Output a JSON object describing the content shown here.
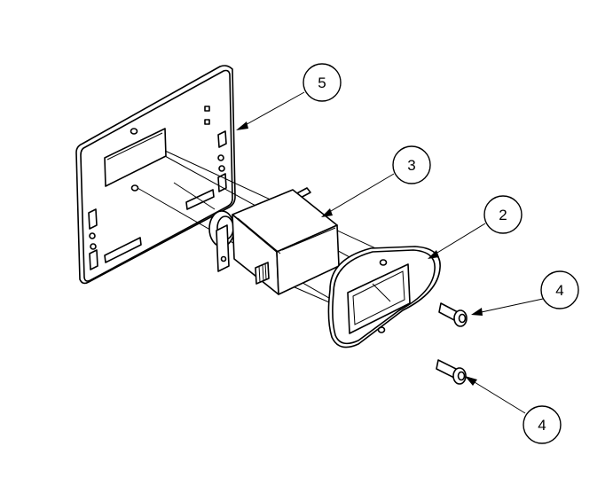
{
  "balloons": {
    "plate": "5",
    "servo": "3",
    "ring": "2",
    "screw_top": "4",
    "screw_bottom": "4"
  },
  "colors": {
    "line": "#000000",
    "background": "#ffffff"
  }
}
